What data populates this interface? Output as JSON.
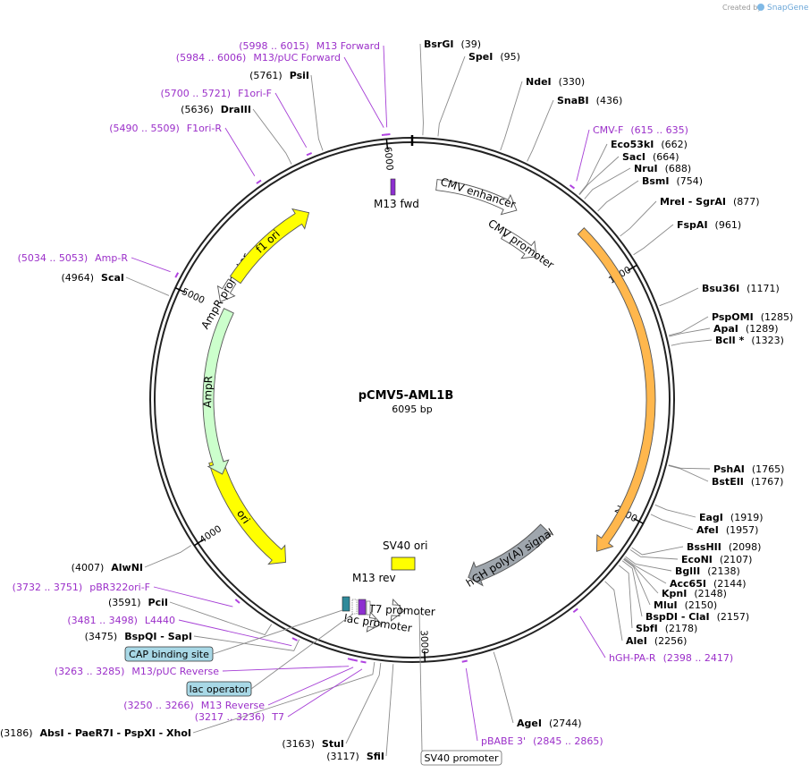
{
  "credit": "Created by",
  "credit_brand": "SnapGene",
  "plasmid": {
    "name": "pCMV5-AML1B",
    "size_label": "6095 bp",
    "length": 6095
  },
  "ticks": [
    "1000",
    "2000",
    "3000",
    "4000",
    "5000",
    "6000"
  ],
  "features": [
    {
      "id": "cmv-enhancer",
      "label": "CMV enhancer",
      "start": 110,
      "end": 489,
      "dir": 1,
      "color": "#ffffff"
    },
    {
      "id": "cmv-promoter",
      "label": "CMV promoter",
      "start": 490,
      "end": 693,
      "dir": 1,
      "color": "#ffffff"
    },
    {
      "id": "aml1b-orf",
      "label": "",
      "start": 762,
      "end": 2190,
      "dir": 1,
      "color": "#ffb74d"
    },
    {
      "id": "hgh-polya",
      "label": "hGH poly(A) signal",
      "start": 2270,
      "end": 2750,
      "dir": 1,
      "color": "#9fa6ad"
    },
    {
      "id": "t7-promoter",
      "label": "T7 promoter",
      "start": 3085,
      "end": 3104,
      "dir": -1,
      "color": "#ffffff"
    },
    {
      "id": "lac-promoter",
      "label": "lac promoter",
      "start": 3180,
      "end": 3210,
      "dir": -1,
      "color": "#ffffff"
    },
    {
      "id": "ori",
      "label": "ori",
      "start": 3690,
      "end": 4279,
      "dir": -1,
      "color": "#ffff00"
    },
    {
      "id": "ampr",
      "label": "AmpR",
      "start": 4210,
      "end": 5010,
      "dir": -1,
      "color": "#ccffcc"
    },
    {
      "id": "ampr-promoter",
      "label": "AmpR promoter",
      "start": 5030,
      "end": 5135,
      "dir": -1,
      "color": "#ffffff"
    },
    {
      "id": "f1-ori",
      "label": "f1 ori",
      "start": 5150,
      "end": 5606,
      "dir": 1,
      "color": "#ffff00"
    }
  ],
  "feature_labels": {
    "m13_fwd": "M13 fwd",
    "m13_rev": "M13 rev",
    "sv40_ori": "SV40 ori"
  },
  "left_sites": [
    {
      "pos": "(5761)",
      "name": "PsiI",
      "pp": 5761
    },
    {
      "pos": "(5636)",
      "name": "DraIII",
      "pp": 5636
    },
    {
      "pos": "(4964)",
      "name": "ScaI",
      "pp": 4964
    },
    {
      "pos": "(4007)",
      "name": "AlwNI",
      "pp": 4007
    },
    {
      "pos": "(3591)",
      "name": "PciI",
      "pp": 3591
    },
    {
      "pos": "(3475)",
      "name": "BspQI",
      "extra": "SapI",
      "pp": 3475
    },
    {
      "pos": "(3186)",
      "name": "AbsI",
      "extra": "PaeR7I",
      "extra2": "PspXI",
      "extra3": "XhoI",
      "pp": 3186
    },
    {
      "pos": "(3163)",
      "name": "StuI",
      "pp": 3163
    },
    {
      "pos": "(3117)",
      "name": "SfiI",
      "pp": 3117
    }
  ],
  "right_sites": [
    {
      "name": "BsrGI",
      "pos": "(39)",
      "pp": 39
    },
    {
      "name": "SpeI",
      "pos": "(95)",
      "pp": 95
    },
    {
      "name": "NdeI",
      "pos": "(330)",
      "pp": 330
    },
    {
      "name": "SnaBI",
      "pos": "(436)",
      "pp": 436
    },
    {
      "name": "Eco53kI",
      "pos": "(662)",
      "pp": 662
    },
    {
      "name": "SacI",
      "pos": "(664)",
      "pp": 664
    },
    {
      "name": "NruI",
      "pos": "(688)",
      "pp": 688
    },
    {
      "name": "BsmI",
      "pos": "(754)",
      "pp": 754
    },
    {
      "name": "MreI",
      "extra": "SgrAI",
      "pos": "(877)",
      "pp": 877
    },
    {
      "name": "FspAI",
      "pos": "(961)",
      "pp": 961
    },
    {
      "name": "Bsu36I",
      "pos": "(1171)",
      "pp": 1171
    },
    {
      "name": "PspOMI",
      "pos": "(1285)",
      "pp": 1285
    },
    {
      "name": "ApaI",
      "pos": "(1289)",
      "pp": 1289
    },
    {
      "name": "BclI *",
      "pos": "(1323)",
      "pp": 1323
    },
    {
      "name": "PshAI",
      "pos": "(1765)",
      "pp": 1765
    },
    {
      "name": "BstEII",
      "pos": "(1767)",
      "pp": 1767
    },
    {
      "name": "EagI",
      "pos": "(1919)",
      "pp": 1919
    },
    {
      "name": "AfeI",
      "pos": "(1957)",
      "pp": 1957
    },
    {
      "name": "BssHII",
      "pos": "(2098)",
      "pp": 2098
    },
    {
      "name": "EcoNI",
      "pos": "(2107)",
      "pp": 2107
    },
    {
      "name": "BglII",
      "pos": "(2138)",
      "pp": 2138
    },
    {
      "name": "Acc65I",
      "pos": "(2144)",
      "pp": 2144
    },
    {
      "name": "KpnI",
      "pos": "(2148)",
      "pp": 2148
    },
    {
      "name": "MluI",
      "pos": "(2150)",
      "pp": 2150
    },
    {
      "name": "BspDI",
      "extra": "ClaI",
      "pos": "(2157)",
      "pp": 2157
    },
    {
      "name": "SbfI",
      "pos": "(2178)",
      "pp": 2178
    },
    {
      "name": "AleI",
      "pos": "(2256)",
      "pp": 2256
    },
    {
      "name": "AgeI",
      "pos": "(2744)",
      "pp": 2744
    }
  ],
  "primers": [
    {
      "range": "(5998 .. 6015)",
      "name": "M13 Forward",
      "pp": 6005
    },
    {
      "range": "(5984 .. 6006)",
      "name": "M13/pUC Forward",
      "pp": 5994
    },
    {
      "range": "(5700 .. 5721)",
      "name": "F1ori-F",
      "pp": 5710
    },
    {
      "range": "(5490 .. 5509)",
      "name": "F1ori-R",
      "pp": 5500
    },
    {
      "range": "(5034 .. 5053)",
      "name": "Amp-R",
      "pp": 5044
    },
    {
      "range": "(3732 .. 3751)",
      "name": "pBR322ori-F",
      "pp": 3741
    },
    {
      "range": "(3481 .. 3498)",
      "name": "L4440",
      "pp": 3490
    },
    {
      "range": "(3263 .. 3285)",
      "name": "M13/pUC Reverse",
      "pp": 3274
    },
    {
      "range": "(3250 .. 3266)",
      "name": "M13 Reverse",
      "pp": 3258
    },
    {
      "range": "(3217 .. 3236)",
      "name": "T7",
      "pp": 3226
    },
    {
      "name": "CMV-F",
      "range": "(615 .. 635)",
      "pp": 625
    },
    {
      "name": "hGH-PA-R",
      "range": "(2398 .. 2417)",
      "pp": 2407
    },
    {
      "name": "pBABE 3'",
      "range": "(2845 .. 2865)",
      "pp": 2855
    }
  ],
  "boxed_labels": {
    "cap_site": "CAP binding site",
    "lac_operator": "lac operator",
    "sv40_promoter": "SV40 promoter"
  }
}
